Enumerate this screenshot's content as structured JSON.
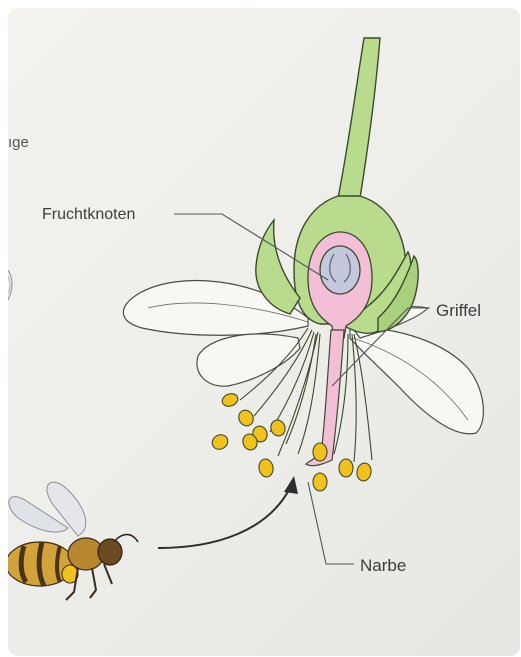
{
  "labels": {
    "fruchtknoten": "Fruchtknoten",
    "griffel": "Griffel",
    "narbe": "Narbe",
    "cutoff_text": "ıge"
  },
  "colors": {
    "stem": "#b8db8e",
    "outline": "#3c4a2c",
    "ovary": "#f3bfd7",
    "ovule": "#c3c8dc",
    "anther": "#f1c21b",
    "petal": "#f7f7f4",
    "bee_body": "#d2a23b"
  },
  "icons": {
    "flower": "flower-longitudinal-section",
    "bee": "bee-illustration",
    "arrow": "curved-arrow-icon"
  }
}
